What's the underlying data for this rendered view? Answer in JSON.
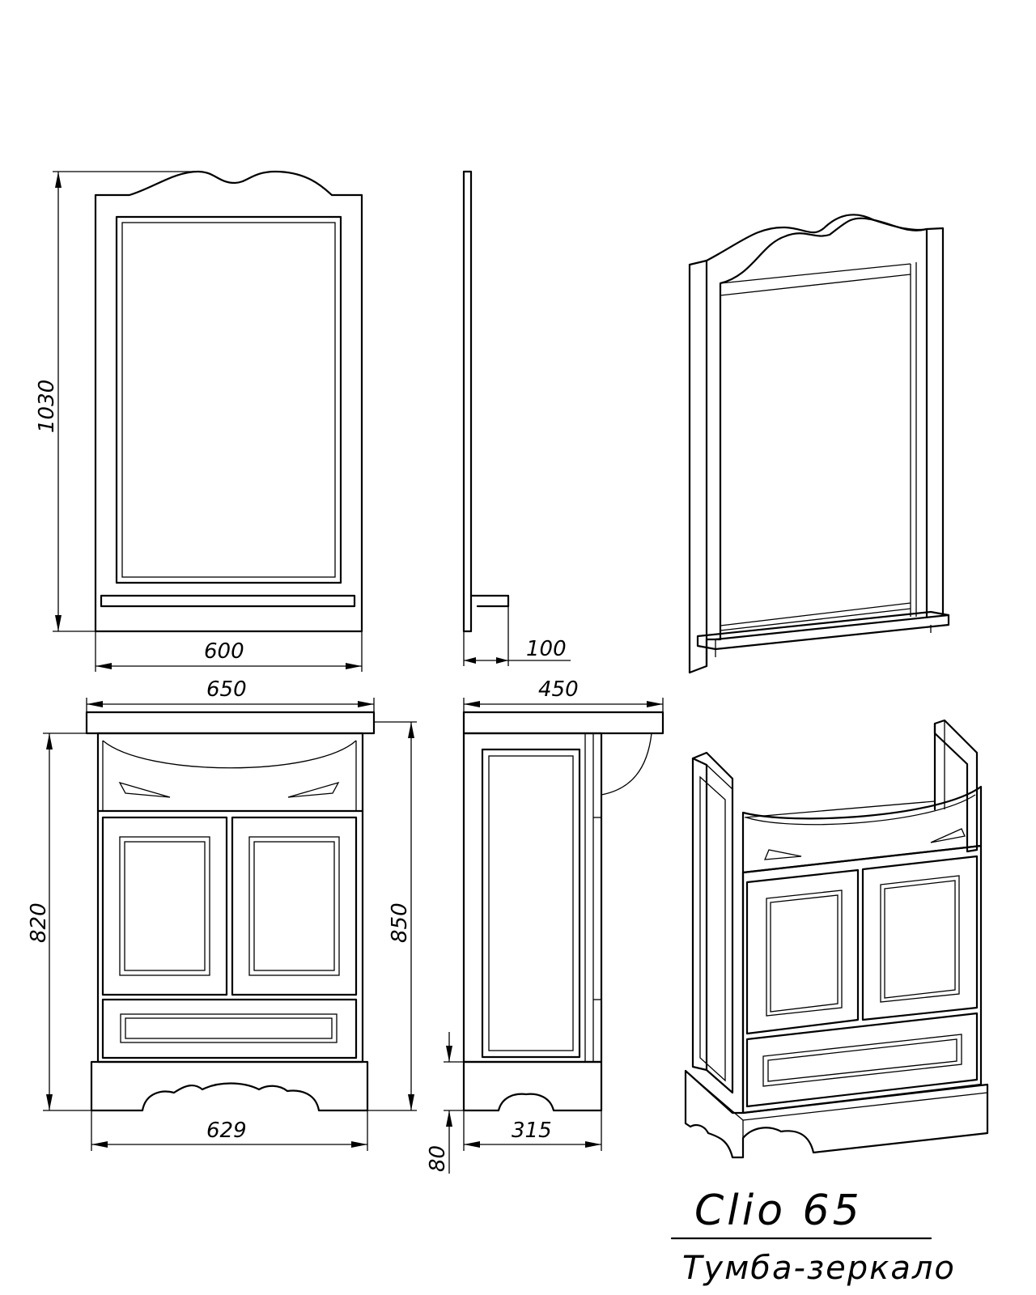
{
  "dimensions": {
    "mirror_height": "1030",
    "mirror_width": "600",
    "mirror_depth": "100",
    "cabinet_top_width": "650",
    "cabinet_top_depth": "450",
    "cabinet_height": "820",
    "cabinet_total_height": "850",
    "cabinet_base_width": "629",
    "cabinet_base_depth": "315",
    "plinth_height": "80"
  },
  "title": {
    "model": "Clio 65",
    "subtitle": "Тумба-зеркало"
  }
}
